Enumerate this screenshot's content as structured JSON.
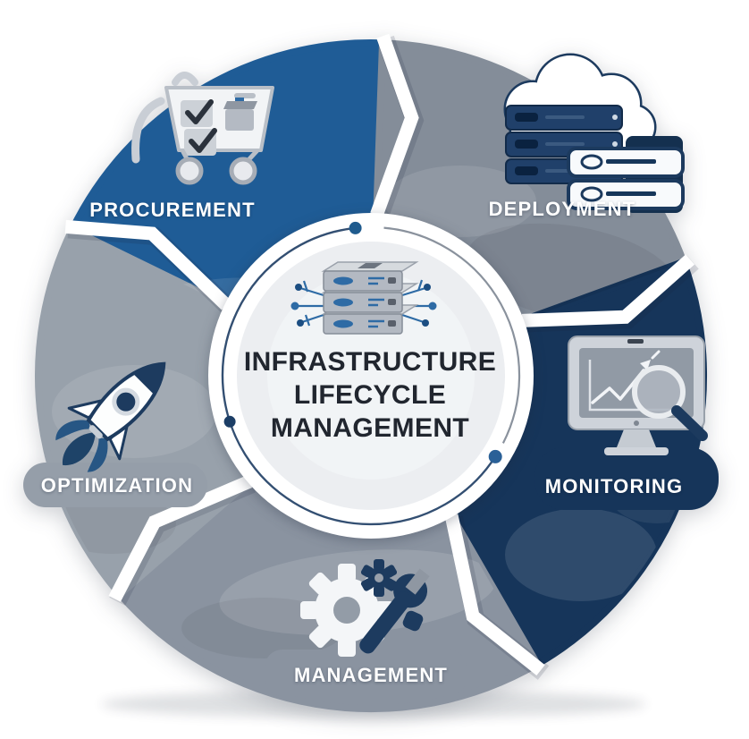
{
  "diagram": {
    "title_lines": [
      "INFRASTRUCTURE",
      "LIFECYCLE",
      "MANAGEMENT"
    ],
    "flow_direction": "clockwise",
    "segments": [
      {
        "label": "PROCUREMENT",
        "color": "#1f5c96",
        "icon": "shopping-cart-checklist-icon"
      },
      {
        "label": "DEPLOYMENT",
        "color": "#848d99",
        "icon": "cloud-server-stack-icon"
      },
      {
        "label": "MONITORING",
        "color": "#16355a",
        "icon": "monitor-chart-magnifier-icon"
      },
      {
        "label": "MANAGEMENT",
        "color": "#8a93a0",
        "icon": "gear-wrench-icon"
      },
      {
        "label": "OPTIMIZATION",
        "color": "#98a1ab",
        "icon": "rocket-icon"
      }
    ],
    "center": {
      "icon": "server-stack-network-icon"
    },
    "colors": {
      "background": "#ffffff",
      "ring": "#ffffff",
      "inner_circle": "#eceef1",
      "title_text": "#21262f",
      "label_text": "#ffffff",
      "accent_blue": "#2e6ba5",
      "dark_navy": "#1d3b5f",
      "management_tab": "#8a93a0",
      "optimization_pill": "#959ea9",
      "ring_arc_navy": "#1d3c63",
      "ring_arc_gray": "#8a929d",
      "ring_dots": [
        "#1f5b8e",
        "#1c3e66",
        "#2a6097"
      ]
    }
  }
}
